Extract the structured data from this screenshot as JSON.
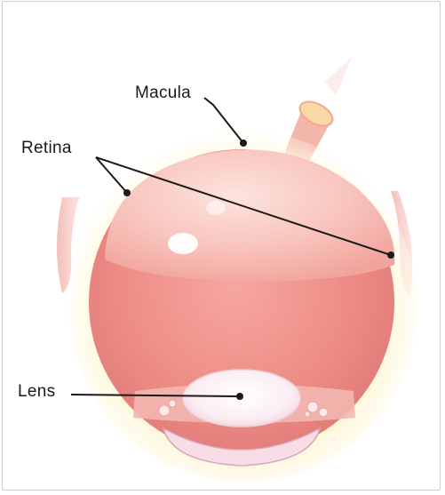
{
  "labels": {
    "macula": "Macula",
    "retina": "Retina",
    "lens": "Lens"
  },
  "colors": {
    "eyeball": "#f08f8a",
    "glow": "#fff3c6",
    "lens": "#fbe7ef",
    "leader": "#1a1a1a"
  }
}
